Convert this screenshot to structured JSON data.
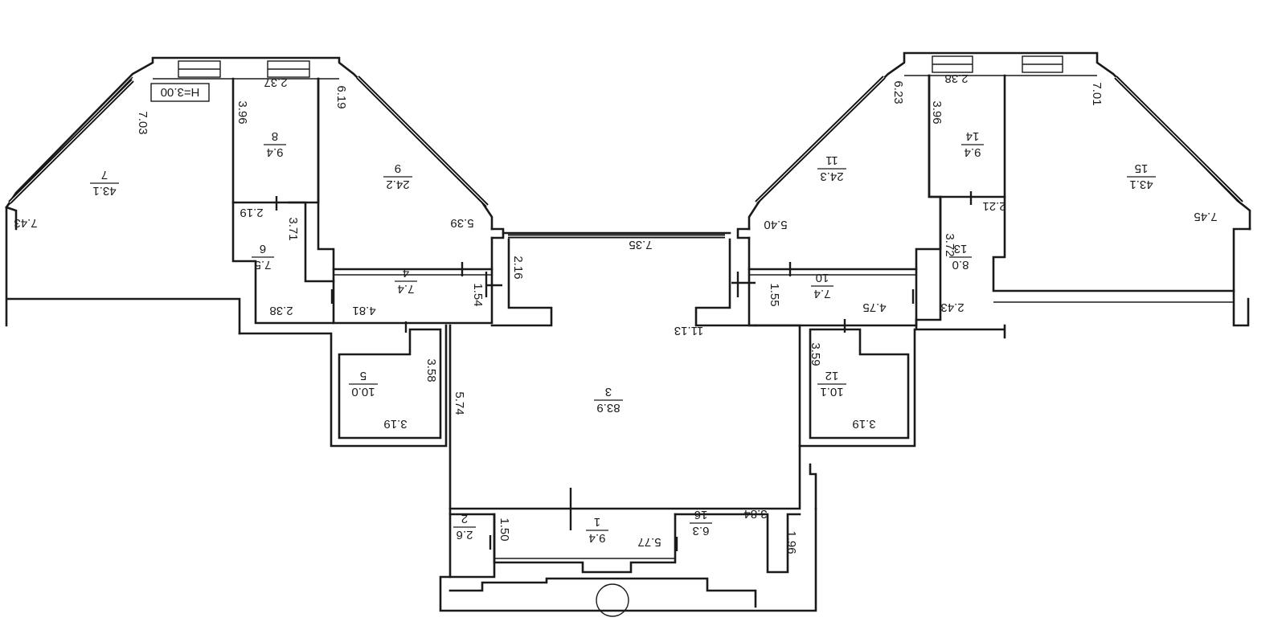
{
  "height_label": "H=3.00",
  "rooms": [
    {
      "id": "7",
      "number": "7",
      "area": "43.1"
    },
    {
      "id": "8",
      "number": "8",
      "area": "9.4"
    },
    {
      "id": "9",
      "number": "9",
      "area": "24.2"
    },
    {
      "id": "6",
      "number": "6",
      "area": "7.5"
    },
    {
      "id": "4",
      "number": "4",
      "area": "7.4"
    },
    {
      "id": "5",
      "number": "5",
      "area": "10.0"
    },
    {
      "id": "3",
      "number": "3",
      "area": "83.9"
    },
    {
      "id": "2",
      "number": "2",
      "area": "2.6"
    },
    {
      "id": "1",
      "number": "1",
      "area": "9.4"
    },
    {
      "id": "16",
      "number": "16",
      "area": "6.3"
    },
    {
      "id": "12",
      "number": "12",
      "area": "10.1"
    },
    {
      "id": "10",
      "number": "10",
      "area": "7.4"
    },
    {
      "id": "11",
      "number": "11",
      "area": "24.3"
    },
    {
      "id": "14",
      "number": "14",
      "area": "9.4"
    },
    {
      "id": "13",
      "number": "13",
      "area": "8.0"
    },
    {
      "id": "15",
      "number": "15",
      "area": "43.1"
    }
  ],
  "dimensions": [
    "7.43",
    "7.03",
    "3.96",
    "2.37",
    "6.19",
    "2.19",
    "3.71",
    "5.39",
    "2.16",
    "1.54",
    "2.38",
    "4.81",
    "3.58",
    "3.19",
    "5.74",
    "7.35",
    "11.13",
    "1.50",
    "5.77",
    "3.84",
    "1.96",
    "3.59",
    "3.19",
    "1.55",
    "4.75",
    "2.43",
    "5.40",
    "3.72",
    "2.21",
    "6.23",
    "3.96",
    "2.38",
    "7.01",
    "7.45"
  ]
}
